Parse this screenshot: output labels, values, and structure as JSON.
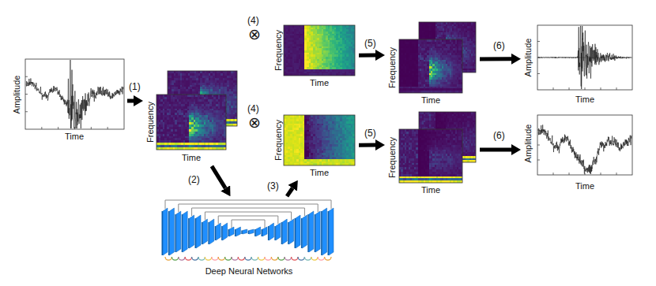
{
  "diagram": {
    "nodes": [
      {
        "text": [
          "Amplitude",
          "Time"
        ]
      },
      {
        "text": [
          "Frequency",
          "Time"
        ]
      },
      {
        "text": [
          "Deep Neural Networks"
        ]
      },
      {
        "text": [
          "Frequency",
          "Time"
        ]
      },
      {
        "text": [
          "Frequency",
          "Time"
        ]
      },
      {
        "text": [
          "Frequency",
          "Time"
        ]
      },
      {
        "text": [
          "Frequency",
          "Time"
        ]
      },
      {
        "text": [
          "Amplitude",
          "Time"
        ]
      },
      {
        "text": [
          "Amplitude",
          "Time"
        ]
      }
    ],
    "edges": [
      {
        "from": 0,
        "to": 1,
        "arrow": "to",
        "label": "(1)"
      },
      {
        "from": 1,
        "to": 2,
        "arrow": "to",
        "label": "(2)"
      },
      {
        "from": 2,
        "to": 4,
        "arrow": "to",
        "label": "(3)"
      },
      {
        "from": 3,
        "to": 5,
        "arrow": "to",
        "label": "(5)"
      },
      {
        "from": 4,
        "to": 6,
        "arrow": "to",
        "label": "(5)"
      },
      {
        "from": 5,
        "to": 7,
        "arrow": "to",
        "label": "(6)"
      },
      {
        "from": 6,
        "to": 8,
        "arrow": "to",
        "label": "(6)"
      }
    ],
    "labels": [
      "(4)",
      "⊗",
      "(4)",
      "⊗"
    ]
  }
}
